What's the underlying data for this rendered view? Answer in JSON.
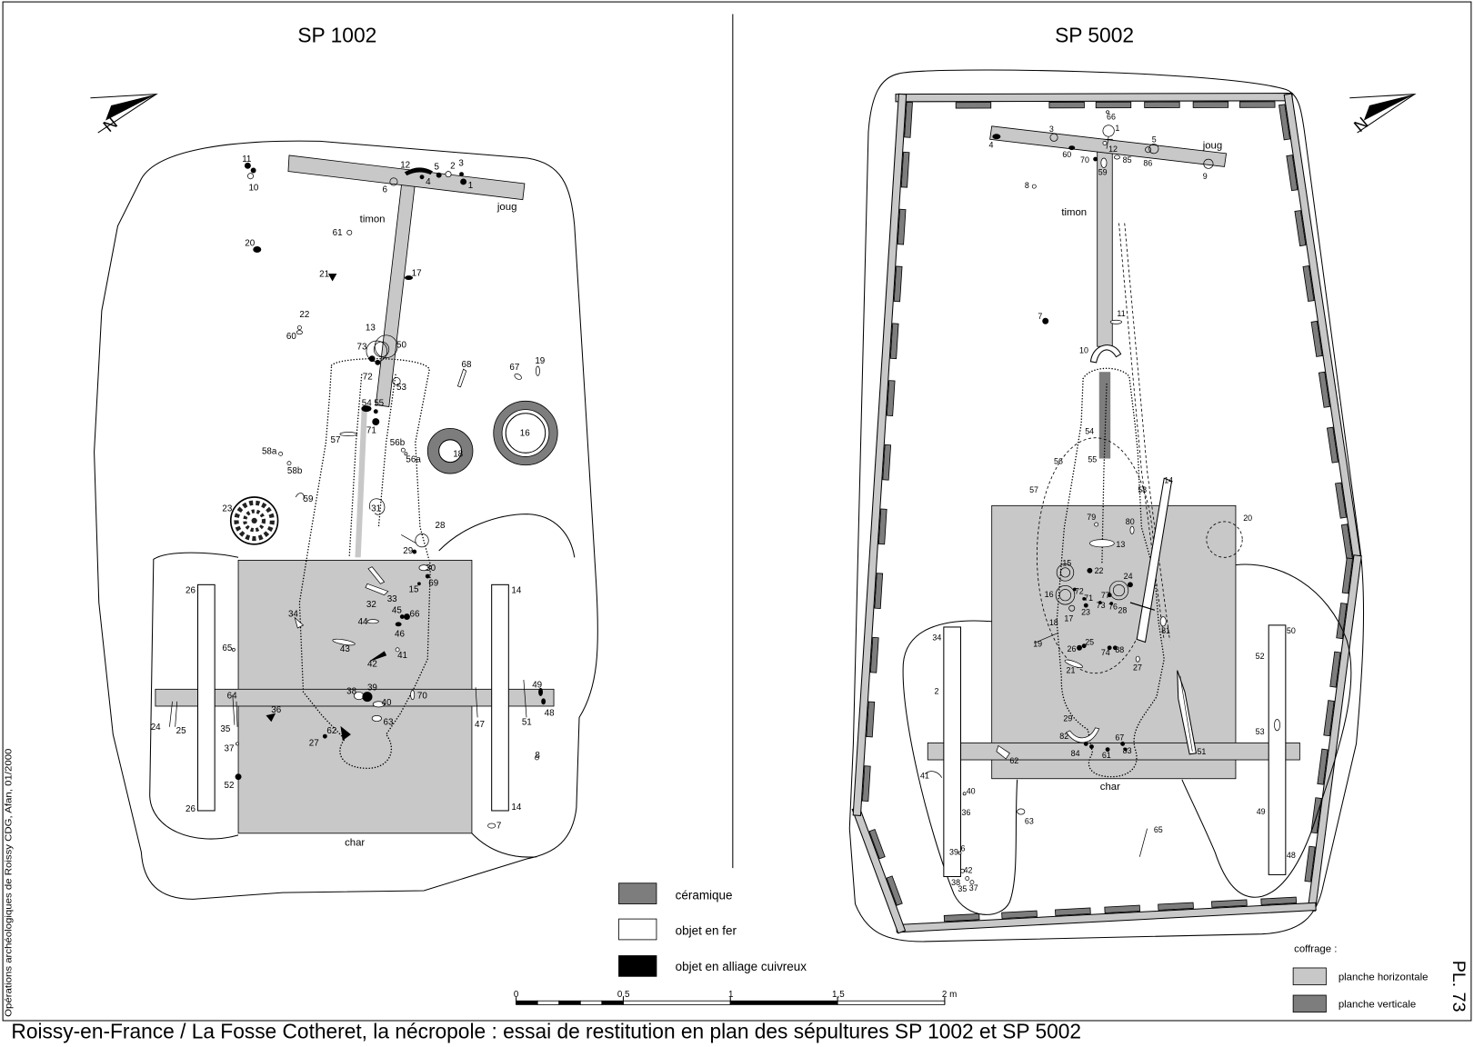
{
  "left": {
    "title": "SP 1002",
    "timon": "timon",
    "joug": "joug",
    "char": "char",
    "labels": [
      "11",
      "10",
      "12",
      "5",
      "2",
      "3",
      "4",
      "1",
      "6",
      "61",
      "20",
      "21",
      "17",
      "22",
      "60",
      "13",
      "73",
      "50",
      "72",
      "53",
      "68",
      "67",
      "19",
      "54",
      "55",
      "71",
      "57",
      "56b",
      "56a",
      "58a",
      "58b",
      "16",
      "18",
      "59",
      "23",
      "31",
      "28",
      "29",
      "30",
      "69",
      "15",
      "26",
      "14",
      "32",
      "33",
      "45",
      "66",
      "34",
      "44",
      "46",
      "65",
      "43",
      "41",
      "42",
      "49",
      "48",
      "38",
      "39",
      "40",
      "70",
      "64",
      "36",
      "63",
      "47",
      "51",
      "24",
      "25",
      "35",
      "62",
      "27",
      "37",
      "8",
      "52",
      "26",
      "14",
      "7"
    ]
  },
  "right": {
    "title": "SP 5002",
    "timon": "timon",
    "joug": "joug",
    "char": "char",
    "labels": [
      "66",
      "1",
      "3",
      "4",
      "60",
      "12",
      "70",
      "85",
      "5",
      "86",
      "9",
      "59",
      "8",
      "11",
      "7",
      "10",
      "54",
      "55",
      "56",
      "57",
      "58",
      "14",
      "20",
      "79",
      "80",
      "13",
      "15",
      "22",
      "24",
      "16",
      "72",
      "71",
      "77",
      "73",
      "76",
      "28",
      "17",
      "23",
      "81",
      "50",
      "34",
      "18",
      "19",
      "26",
      "25",
      "74",
      "88",
      "52",
      "27",
      "21",
      "2",
      "29",
      "53",
      "82",
      "67",
      "83",
      "84",
      "61",
      "51",
      "62",
      "41",
      "40",
      "36",
      "49",
      "63",
      "65",
      "6",
      "39",
      "48",
      "42",
      "38",
      "35",
      "37"
    ]
  },
  "north": "N",
  "legend": {
    "items": [
      {
        "label": "céramique",
        "color": "#7d7d7d"
      },
      {
        "label": "objet en fer",
        "color": "#ffffff"
      },
      {
        "label": "objet en alliage cuivreux",
        "color": "#000000"
      }
    ]
  },
  "coffrage": {
    "title": "coffrage :",
    "items": [
      {
        "label": "planche horizontale",
        "color": "#c8c8c8"
      },
      {
        "label": "planche verticale",
        "color": "#7d7d7d"
      }
    ]
  },
  "scale": {
    "ticks": [
      "0",
      "0,5",
      "1",
      "1,5",
      "2 m"
    ]
  },
  "credit": "Opérations archéologiques de Roissy CDG, Afan, 01/2000",
  "plate": "PL. 73",
  "caption": "Roissy-en-France / La Fosse Cotheret, la nécropole : essai de restitution en plan des sépultures SP 1002 et SP 5002",
  "colors": {
    "char_fill": "#c8c8c8",
    "ceramic": "#7d7d7d",
    "plank_light": "#c8c8c8",
    "plank_dark": "#7d7d7d"
  }
}
